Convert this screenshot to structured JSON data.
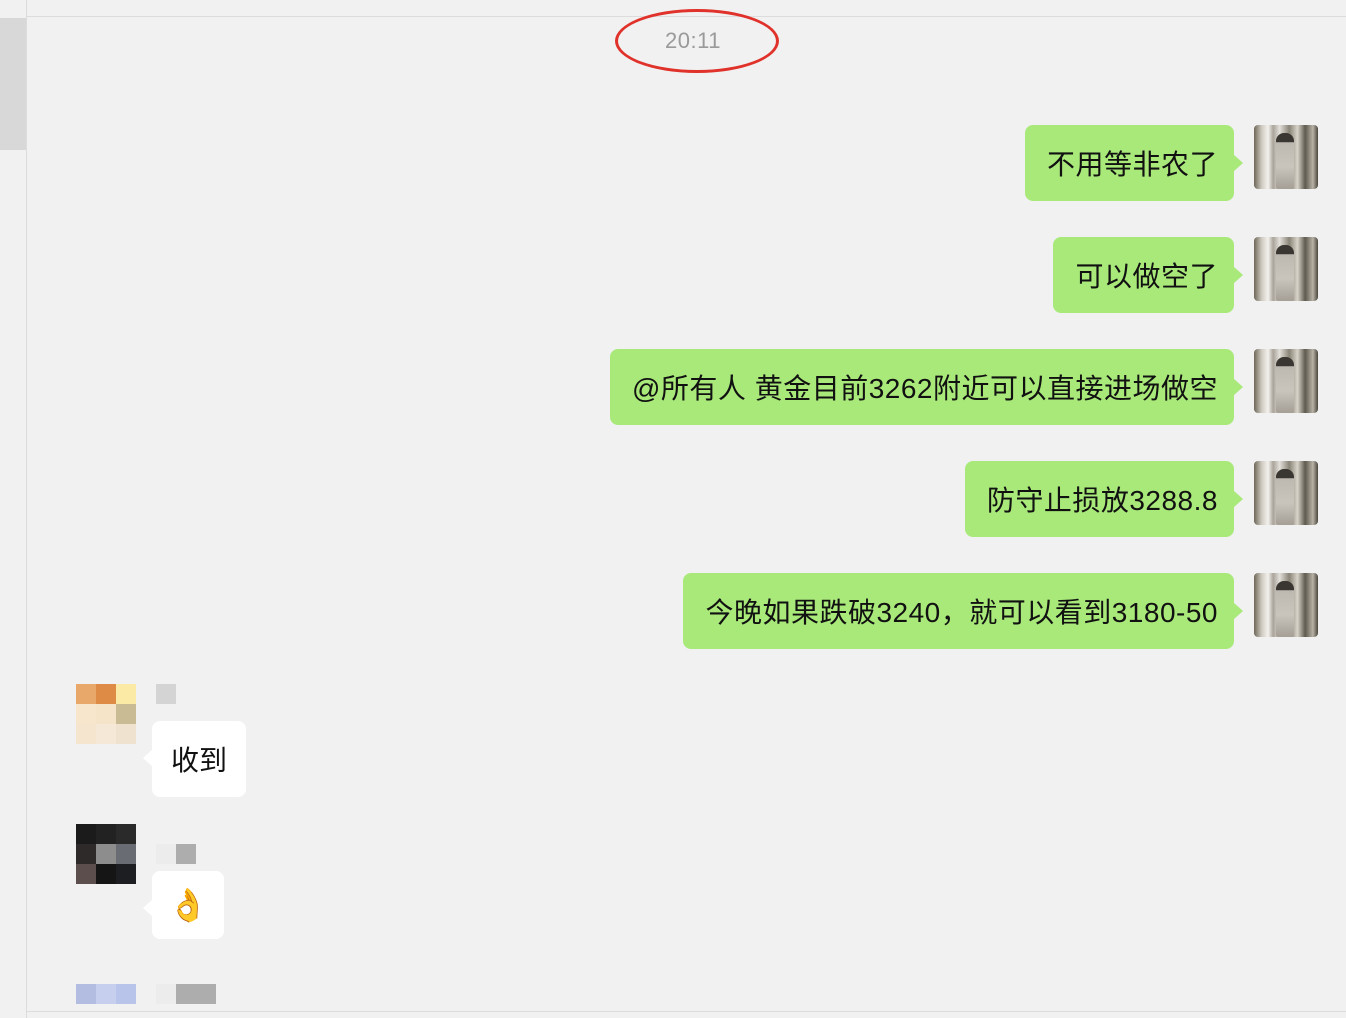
{
  "chat": {
    "timestamp": "20:11",
    "outgoing": [
      {
        "text": "不用等非农了"
      },
      {
        "text": "可以做空了"
      },
      {
        "text": "@所有人 黄金目前3262附近可以直接进场做空"
      },
      {
        "text": "防守止损放3288.8"
      },
      {
        "text": "今晚如果跌破3240，就可以看到3180-50"
      }
    ],
    "incoming": [
      {
        "text": "收到"
      },
      {
        "text": "👌"
      }
    ]
  },
  "colors": {
    "outgoing_bubble": "#a9e97a",
    "incoming_bubble": "#ffffff",
    "background": "#f1f1f1",
    "annotation_circle": "#e0322a",
    "timestamp_text": "#9a9a9a"
  },
  "annotations": {
    "timestamp_highlight": "red-ellipse"
  }
}
